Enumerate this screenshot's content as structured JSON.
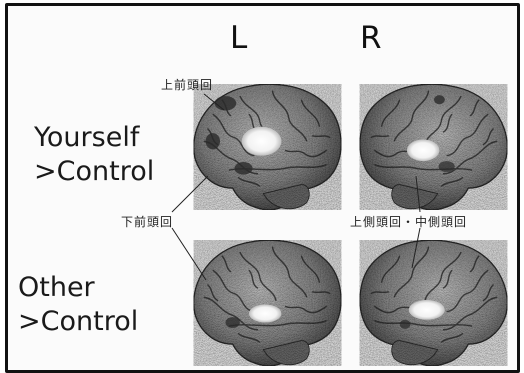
{
  "columns": {
    "left": "L",
    "right": "R"
  },
  "rows": [
    {
      "line1": "Yourself",
      "line2": ">Control"
    },
    {
      "line1": "Other",
      "line2": ">Control"
    }
  ],
  "regions": {
    "superior_frontal": "上前頭回",
    "inferior_frontal": "下前頭回",
    "superior_middle_temporal": "上側頭回・中側頭回"
  }
}
